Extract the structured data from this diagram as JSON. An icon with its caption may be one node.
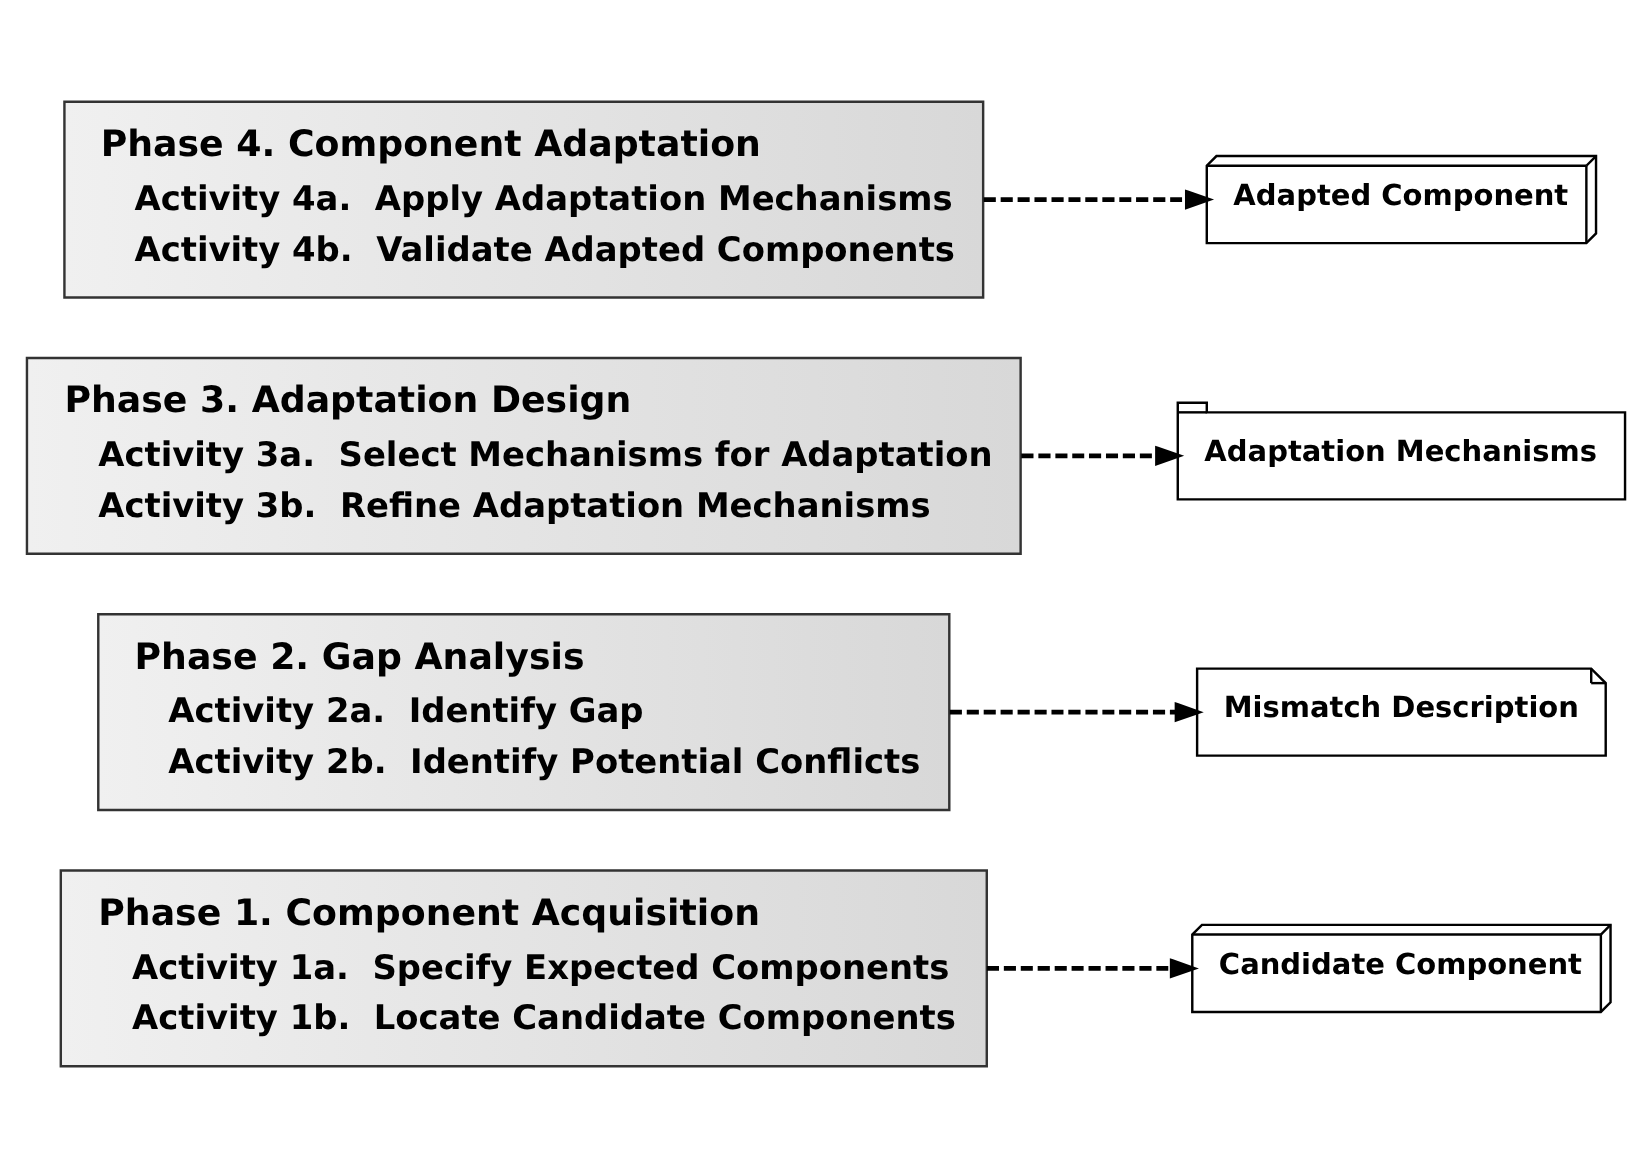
{
  "diagram": {
    "nodes": [
      {
        "text": [
          "Phase 1. Component Acquisition",
          "Activity 1a.  Specify Expected Components",
          "Activity 1b.  Locate Candidate Components"
        ]
      },
      {
        "text": [
          "Candidate Component"
        ]
      },
      {
        "text": [
          "Phase 2. Gap Analysis",
          "Activity 2a.  Identify Gap",
          "Activity 2b.  Identify Potential Conflicts"
        ]
      },
      {
        "text": [
          "Mismatch Description"
        ]
      },
      {
        "text": [
          "Phase 3. Adaptation Design",
          "Activity 3a.  Select Mechanisms for Adaptation",
          "Activity 3b.  Refine Adaptation Mechanisms"
        ]
      },
      {
        "text": [
          "Adaptation Mechanisms"
        ]
      },
      {
        "text": [
          "Phase 4. Component Adaptation",
          "Activity 4a.  Apply Adaptation Mechanisms",
          "Activity 4b.  Validate Adapted Components"
        ]
      },
      {
        "text": [
          "Adapted Component"
        ]
      }
    ],
    "edges": [
      {
        "from": 0,
        "to": 1,
        "arrow": "to",
        "style": "dashed"
      },
      {
        "from": 2,
        "to": 3,
        "arrow": "to",
        "style": "dashed"
      },
      {
        "from": 4,
        "to": 5,
        "arrow": "to",
        "style": "dashed"
      },
      {
        "from": 6,
        "to": 7,
        "arrow": "to",
        "style": "dashed"
      }
    ]
  }
}
